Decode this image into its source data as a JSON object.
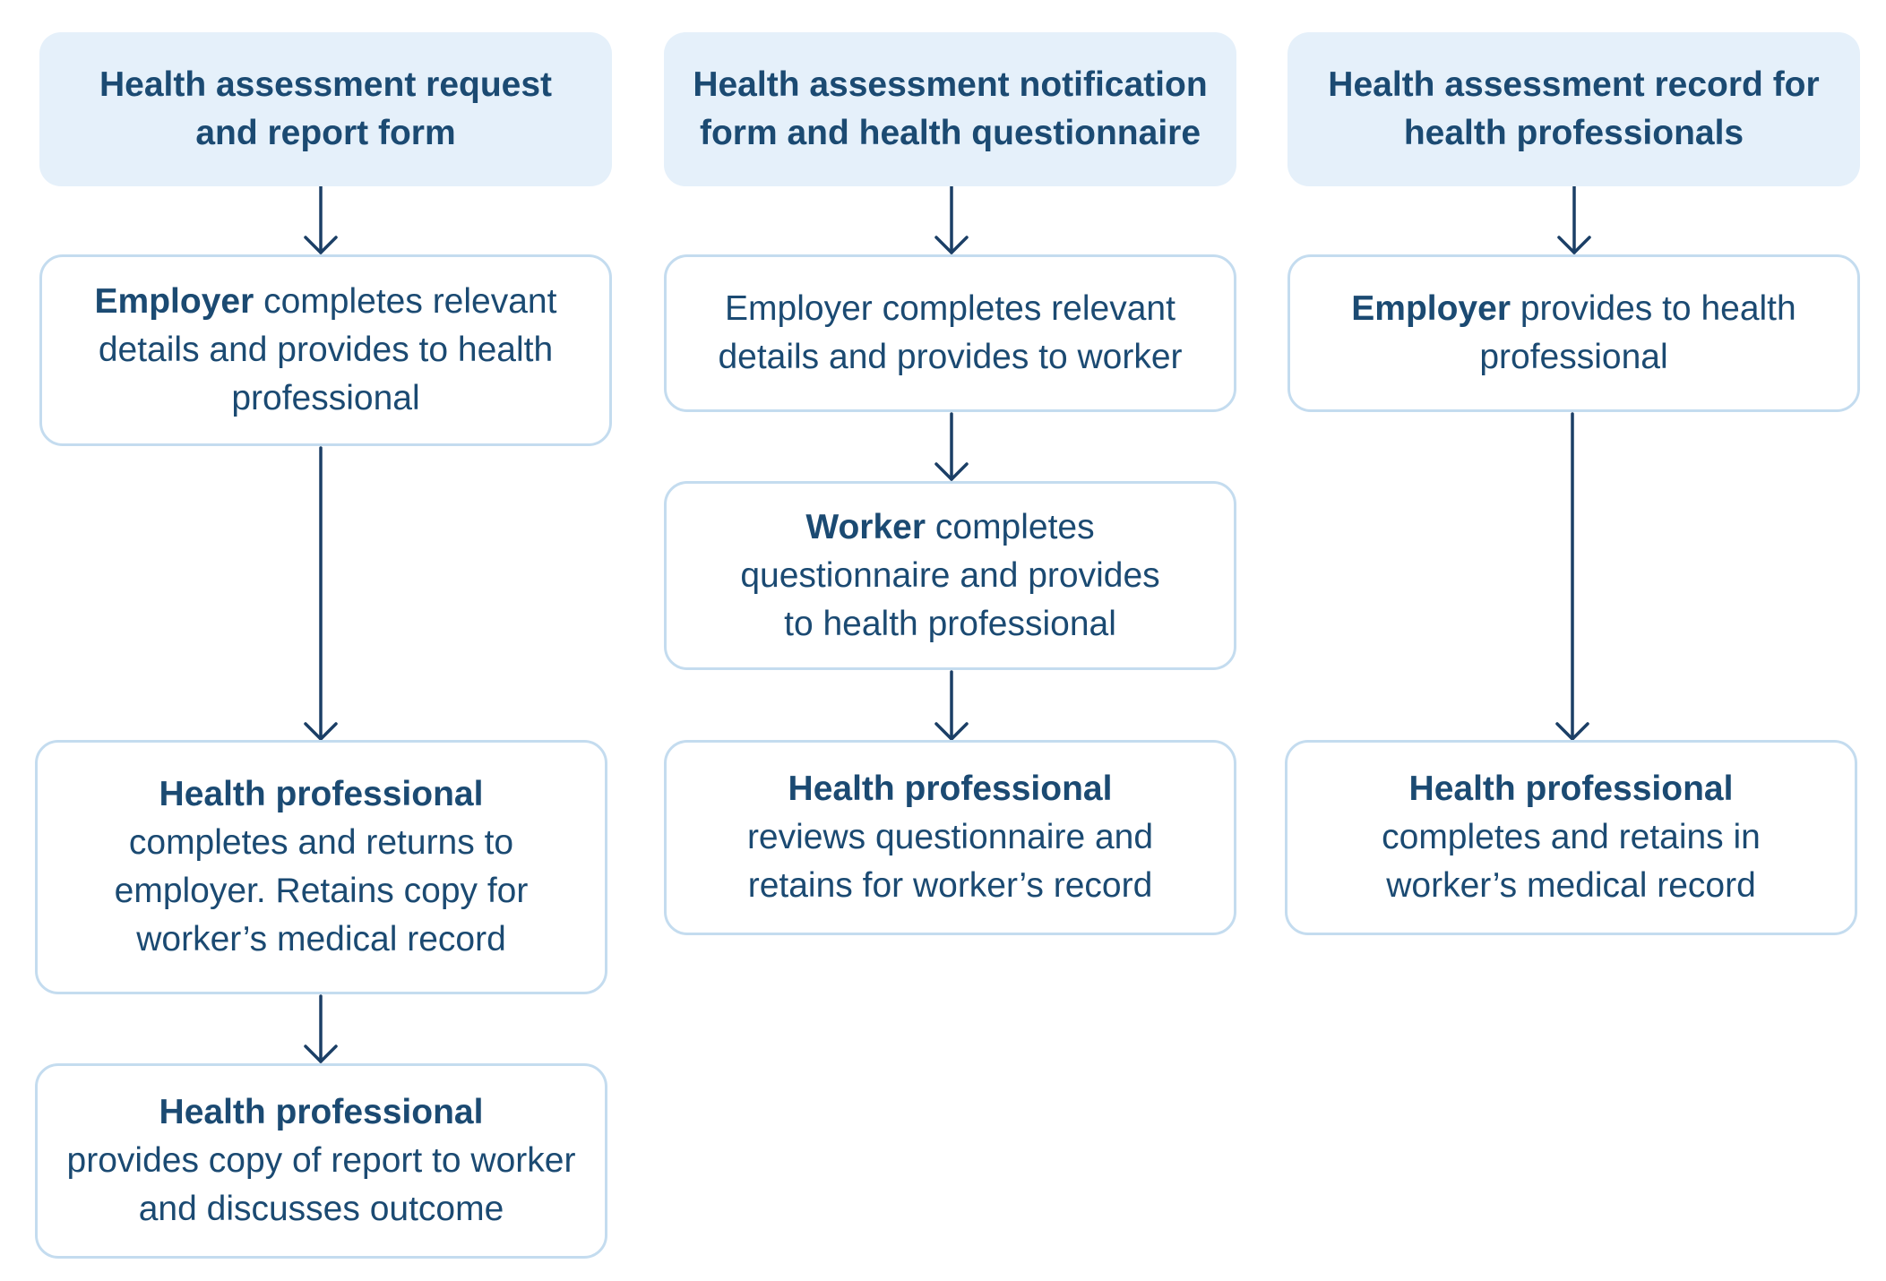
{
  "columns": [
    {
      "header": "Health assessment request and report form",
      "steps": [
        {
          "actor": "Employer",
          "action": "completes relevant details and provides to health professional"
        },
        {
          "actor": "Health professional",
          "action": "completes and returns to employer. Retains copy for worker’s medical record"
        },
        {
          "actor": "Health professional",
          "action": "provides copy of report to worker and discusses outcome"
        }
      ]
    },
    {
      "header": "Health assessment notification form and health questionnaire",
      "steps": [
        {
          "actor": "",
          "action": "Employer completes relevant details and provides to worker"
        },
        {
          "actor": "Worker",
          "action": "completes questionnaire and provides to health professional"
        },
        {
          "actor": "Health professional",
          "action": "reviews questionnaire and retains for worker’s record"
        }
      ]
    },
    {
      "header": "Health assessment record for health professionals",
      "steps": [
        {
          "actor": "Employer",
          "action": "provides to health professional"
        },
        {
          "actor": "Health professional",
          "action": "completes and retains in worker’s medical record"
        }
      ]
    }
  ],
  "colors": {
    "text": "#1b4a72",
    "header_fill": "#e5f0fa",
    "box_border": "#c4dcef",
    "arrow": "#1b3f66"
  }
}
